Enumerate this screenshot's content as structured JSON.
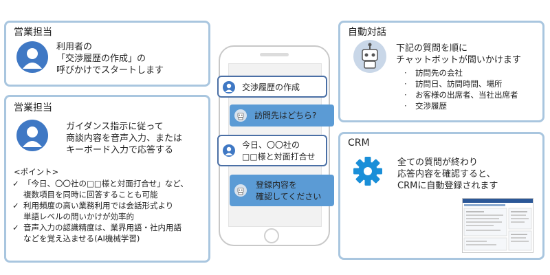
{
  "panel_top_left": {
    "title": "営業担当",
    "lines": [
      "利用者の",
      "「交渉履歴の作成」の",
      "呼びかけでスタートします"
    ]
  },
  "panel_bottom_left": {
    "title": "営業担当",
    "lines": [
      "ガイダンス指示に従って",
      "商談内容を音声入力、または",
      "キーボード入力で応答する"
    ],
    "points_header": "<ポイント>",
    "points": [
      [
        "「今日、〇〇社の□□様と対面打合せ」など、",
        "複数項目を同時に回答することも可能"
      ],
      [
        "利用頻度の高い業務利用では会話形式より",
        "単語レベルの問いかけが効率的"
      ],
      [
        "音声入力の認識精度は、業界用語・社内用語",
        "などを覚え込ませる(AI機械学習)"
      ]
    ]
  },
  "panel_top_right": {
    "title": "自動対話",
    "lines": [
      "下記の質問を順に",
      "チャットボットが問いかけます"
    ],
    "items": [
      "訪問先の会社",
      "訪問日、訪問時間、場所",
      "お客様の出席者、当社出席者",
      "交渉履歴"
    ]
  },
  "panel_bottom_right": {
    "title": "CRM",
    "lines": [
      "全ての質問が終わり",
      "応答内容を確認すると、",
      "CRMに自動登録されます"
    ]
  },
  "chat": {
    "msg1": "交渉履歴の作成",
    "msg2": "訪問先はどちら?",
    "msg3": [
      "今日、〇〇社の",
      "□□様と対面打合せ"
    ],
    "msg4": [
      "登録内容を",
      "確認してください"
    ]
  },
  "colors": {
    "panel_border": "#a9c6df",
    "avatar": "#3f78c4",
    "bot_bubble": "#5b9bd5",
    "user_border": "#4a6fa5",
    "gear": "#1a8fd8"
  }
}
